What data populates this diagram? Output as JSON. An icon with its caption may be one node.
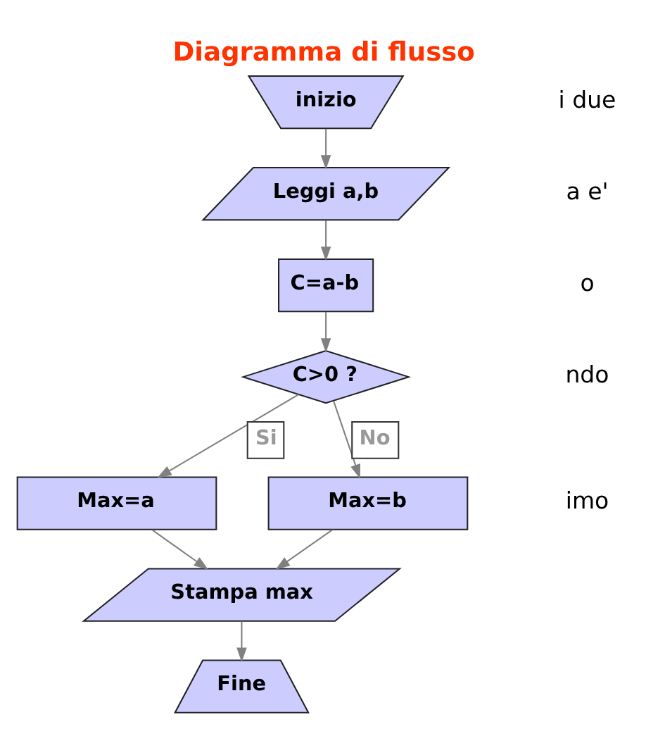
{
  "diagram": {
    "title": "Diagramma di flusso",
    "nodes": [
      {
        "text": [
          "inizio"
        ]
      },
      {
        "text": [
          "Leggi a,b"
        ]
      },
      {
        "text": [
          "C=a-b"
        ]
      },
      {
        "text": [
          "C>0 ?"
        ]
      },
      {
        "text": [
          "Max=a"
        ]
      },
      {
        "text": [
          "Max=b"
        ]
      },
      {
        "text": [
          "Stampa max"
        ]
      },
      {
        "text": [
          "Fine"
        ]
      }
    ],
    "edges": [
      {
        "from": 0,
        "to": 1,
        "arrow": "to"
      },
      {
        "from": 1,
        "to": 2,
        "arrow": "to"
      },
      {
        "from": 2,
        "to": 3,
        "arrow": "to"
      },
      {
        "from": 3,
        "to": 4,
        "arrow": "to",
        "label": "Si"
      },
      {
        "from": 3,
        "to": 5,
        "arrow": "to",
        "label": "No"
      },
      {
        "from": 4,
        "to": 6,
        "arrow": "to"
      },
      {
        "from": 5,
        "to": 6,
        "arrow": "to"
      },
      {
        "from": 6,
        "to": 7,
        "arrow": "to"
      }
    ],
    "labels": [
      "i due",
      "a e'",
      "o",
      "ndo",
      "imo"
    ]
  }
}
